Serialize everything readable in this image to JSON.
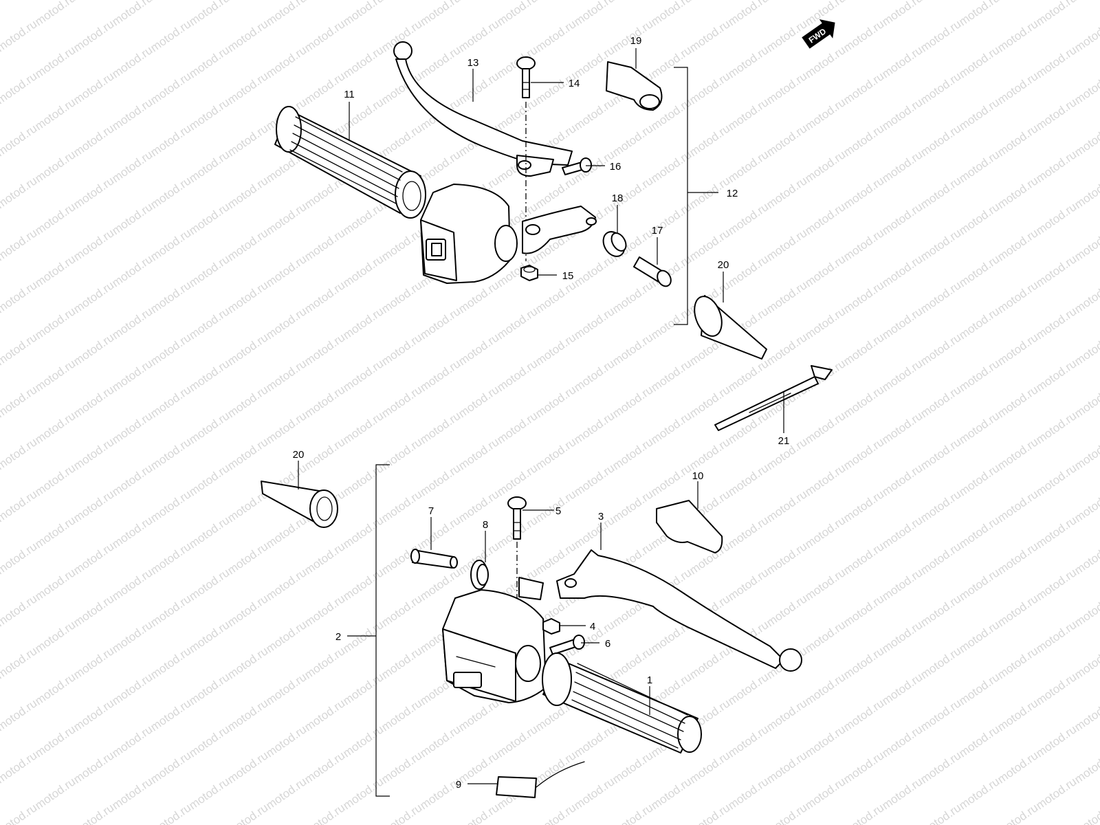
{
  "watermark": {
    "text": "motod.ru"
  },
  "direction_badge": {
    "label": "FWD",
    "icon": "forward-arrow-icon"
  },
  "callouts": {
    "p1": "1",
    "p2": "2",
    "p3": "3",
    "p4": "4",
    "p5": "5",
    "p6": "6",
    "p7": "7",
    "p8": "8",
    "p9": "9",
    "p10": "10",
    "p11": "11",
    "p12": "12",
    "p13": "13",
    "p14": "14",
    "p15": "15",
    "p16": "16",
    "p17": "17",
    "p18": "18",
    "p19": "19",
    "p20_upper": "20",
    "p20_lower": "20",
    "p21": "21"
  }
}
